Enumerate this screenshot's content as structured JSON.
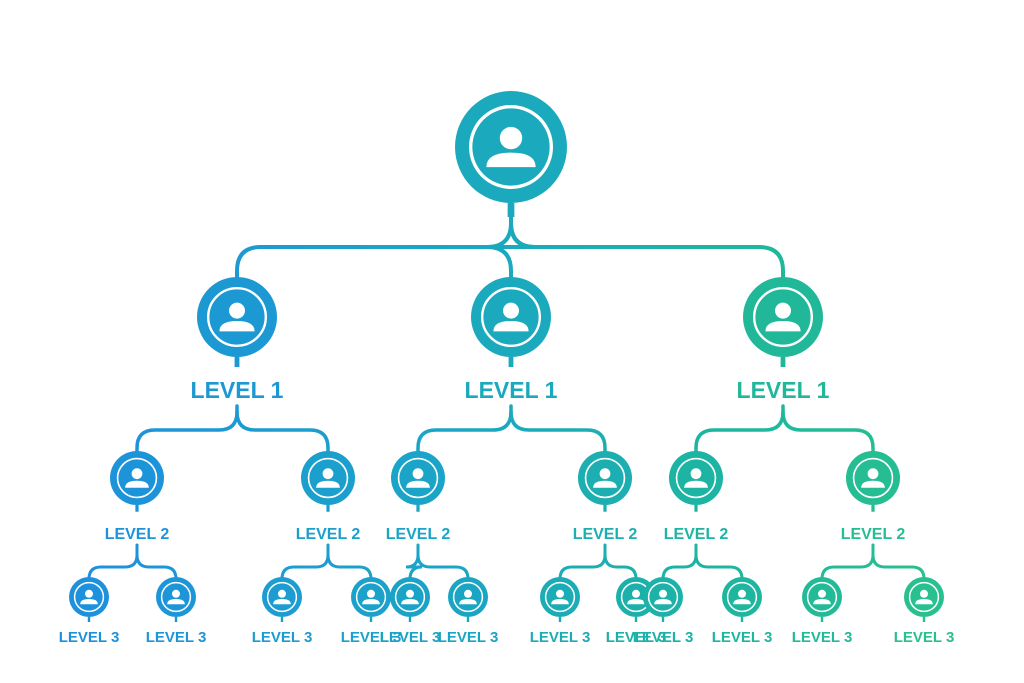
{
  "diagram": {
    "type": "org-hierarchy",
    "root": {
      "label": "",
      "icon": "user-avatar-icon"
    },
    "levels": {
      "level1": {
        "label": "LEVEL 1",
        "count": 3
      },
      "level2": {
        "label": "LEVEL 2",
        "count_per_parent": 2
      },
      "level3": {
        "label": "LEVEL 3",
        "count_per_parent": 2
      }
    },
    "colors": {
      "blue": "#1e8fe0",
      "cyan": "#1aa6c4",
      "teal": "#1db5a0",
      "green": "#2bc28a",
      "ring": "#ffffff"
    }
  }
}
